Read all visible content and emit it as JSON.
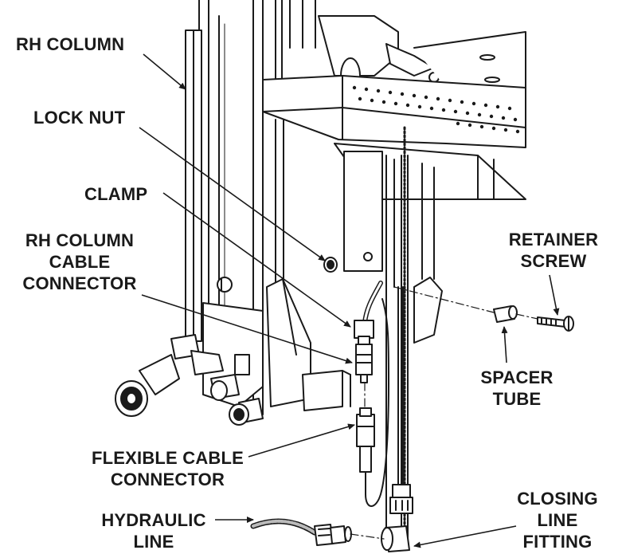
{
  "labels": {
    "rh_column": [
      "RH COLUMN"
    ],
    "lock_nut": [
      "LOCK NUT"
    ],
    "clamp": [
      "CLAMP"
    ],
    "rh_column_cable_connector": [
      "RH COLUMN",
      "CABLE",
      "CONNECTOR"
    ],
    "retainer_screw": [
      "RETAINER",
      "SCREW"
    ],
    "spacer_tube": [
      "SPACER",
      "TUBE"
    ],
    "flexible_cable_connector": [
      "FLEXIBLE CABLE",
      "CONNECTOR"
    ],
    "hydraulic_line": [
      "HYDRAULIC",
      "LINE"
    ],
    "closing_line_fitting": [
      "CLOSING",
      "LINE",
      "FITTING"
    ]
  },
  "colors": {
    "ink": "#1a1a1a",
    "fill": "#ffffff",
    "shade": "#d9d9d9"
  }
}
